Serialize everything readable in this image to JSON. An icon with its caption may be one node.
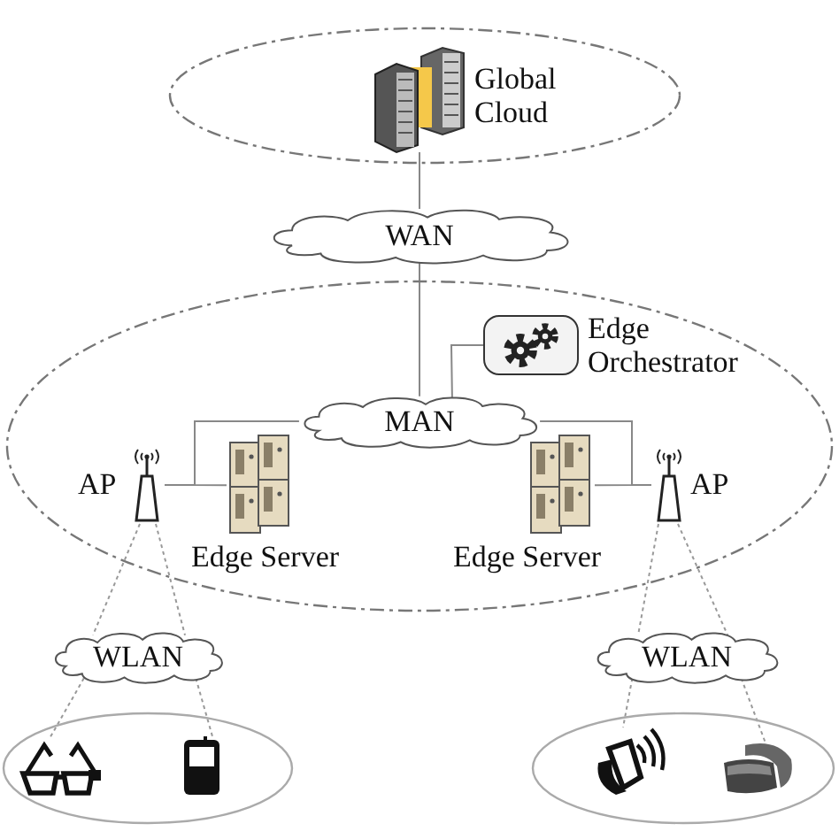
{
  "diagram": {
    "nodes": [
      {
        "text": [
          "Global Cloud"
        ]
      },
      {
        "text": [],
        "shape": "picture",
        "in": 0
      },
      {
        "text": [
          "WAN"
        ]
      },
      {
        "text": [],
        "shape": "ellipse"
      },
      {
        "text": [
          "MAN"
        ],
        "in": 3
      },
      {
        "text": [
          "Edge Orchestrator"
        ],
        "in": 3
      },
      {
        "text": [
          "AP"
        ],
        "in": 3
      },
      {
        "text": [
          "Edge Server"
        ],
        "in": 3
      },
      {
        "text": [
          "Edge Server"
        ],
        "in": 3
      },
      {
        "text": [
          "AP"
        ],
        "in": 3
      },
      {
        "text": [
          "WLAN"
        ]
      },
      {
        "text": [
          "WLAN"
        ]
      },
      {
        "text": [],
        "shape": "ellipse"
      },
      {
        "text": [],
        "shape": "picture",
        "in": 12
      },
      {
        "text": [],
        "shape": "picture",
        "in": 12
      },
      {
        "text": [],
        "shape": "ellipse"
      },
      {
        "text": [],
        "shape": "picture",
        "in": 15
      },
      {
        "text": [],
        "shape": "picture",
        "in": 15
      }
    ],
    "edges": [
      {
        "from": 1,
        "to": 2,
        "arrow": "none"
      },
      {
        "from": 2,
        "to": 4,
        "arrow": "none"
      },
      {
        "from": 4,
        "to": 5,
        "arrow": "none"
      },
      {
        "from": 4,
        "to": 6,
        "arrow": "none"
      },
      {
        "from": 4,
        "to": 7,
        "arrow": "none"
      },
      {
        "from": 4,
        "to": 8,
        "arrow": "none"
      },
      {
        "from": 4,
        "to": 9,
        "arrow": "none"
      },
      {
        "from": 6,
        "to": 10,
        "arrow": "none",
        "style": "dashed"
      },
      {
        "from": 10,
        "to": 13,
        "arrow": "none",
        "style": "dashed"
      },
      {
        "from": 6,
        "to": 10,
        "arrow": "none",
        "style": "dashed"
      },
      {
        "from": 10,
        "to": 14,
        "arrow": "none",
        "style": "dashed"
      },
      {
        "from": 9,
        "to": 11,
        "arrow": "none",
        "style": "dashed"
      },
      {
        "from": 11,
        "to": 16,
        "arrow": "none",
        "style": "dashed"
      },
      {
        "from": 9,
        "to": 11,
        "arrow": "none",
        "style": "dashed"
      },
      {
        "from": 11,
        "to": 17,
        "arrow": "none",
        "style": "dashed"
      }
    ]
  }
}
